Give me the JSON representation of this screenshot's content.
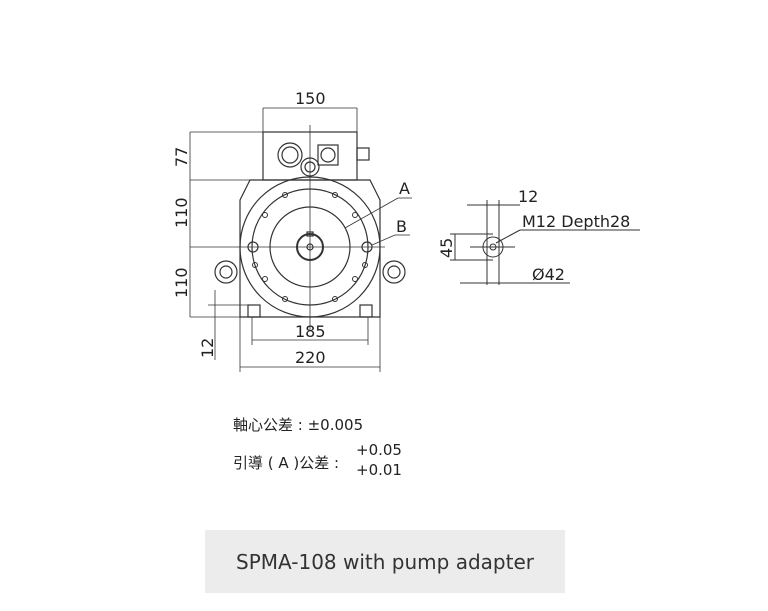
{
  "drawing": {
    "dims": {
      "top_width": "150",
      "box_height": "77",
      "upper_height": "110",
      "lower_height": "110",
      "foot": "12",
      "foot_span": "185",
      "total_width": "220"
    },
    "labels": {
      "a": "A",
      "b": "B"
    },
    "detail": {
      "width": "12",
      "thread": "M12 Depth28",
      "height": "45",
      "diameter": "Ø42"
    }
  },
  "notes": {
    "axis_tolerance_label": "軸心公差 :",
    "axis_tolerance_value": "±0.005",
    "guide_tolerance_label": "引導 ( A )公差 :",
    "guide_tolerance_upper": "+0.05",
    "guide_tolerance_lower": "+0.01"
  },
  "caption": "SPMA-108 with pump adapter"
}
